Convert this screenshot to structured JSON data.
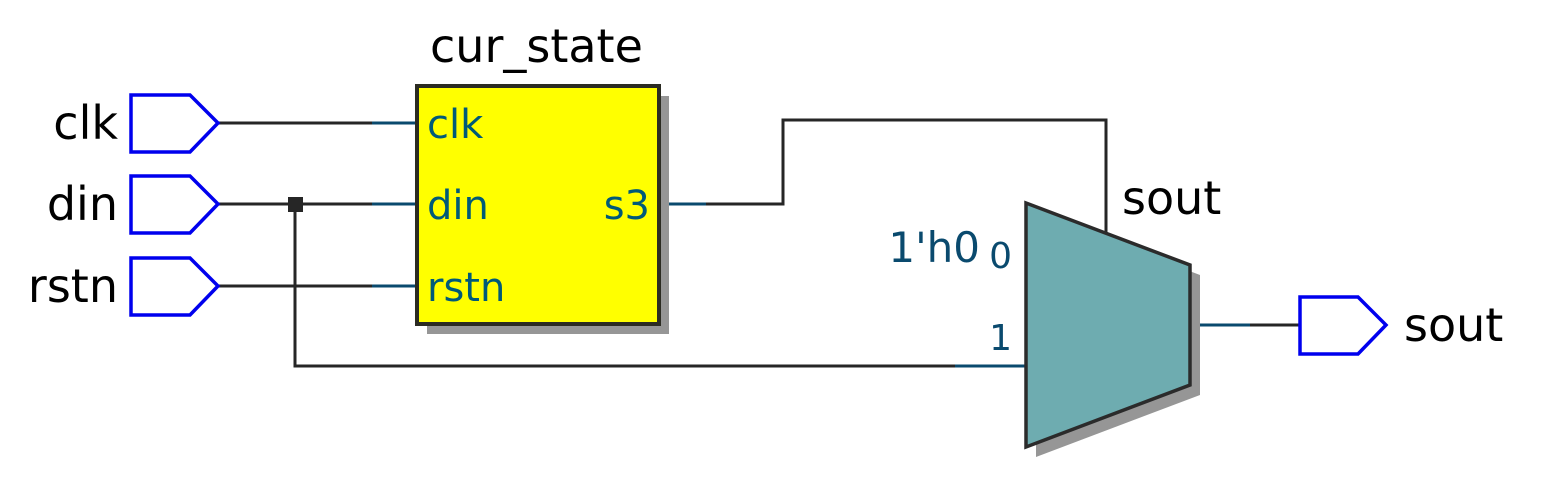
{
  "diagram": {
    "type": "rtl-schematic",
    "title_label": "cur_state",
    "colors": {
      "block_fill": "#ffff00",
      "block_stroke": "#2b2b22",
      "block_shadow": "#969696",
      "mux_fill": "#6eacb0",
      "mux_stroke": "#2b2b2b",
      "wire": "#262626",
      "pin_stub": "#0a4a6e",
      "port_outline": "#0000ee",
      "pin_label": "#005a78",
      "const_label": "#0a4a6e",
      "text": "#000000",
      "background": "#ffffff"
    }
  },
  "input_ports": [
    {
      "name": "clk",
      "label": "clk",
      "shape": "input-port-pentagon"
    },
    {
      "name": "din",
      "label": "din",
      "shape": "input-port-pentagon"
    },
    {
      "name": "rstn",
      "label": "rstn",
      "shape": "input-port-pentagon"
    }
  ],
  "output_ports": [
    {
      "name": "sout",
      "label": "sout",
      "shape": "output-port-pentagon"
    }
  ],
  "blocks": [
    {
      "name": "cur_state",
      "title": "cur_state",
      "kind": "register",
      "input_pins": [
        {
          "label": "clk"
        },
        {
          "label": "din"
        },
        {
          "label": "rstn"
        }
      ],
      "output_pins": [
        {
          "label": "s3"
        }
      ]
    },
    {
      "name": "sout-mux",
      "kind": "mux",
      "output_label": "sout",
      "select_wire_label": "sout",
      "data_inputs": [
        {
          "sel": "0",
          "source_label": "1'h0"
        },
        {
          "sel": "1",
          "source_label": ""
        }
      ]
    }
  ],
  "constants": [
    {
      "label": "1'h0",
      "attached_to": "sout-mux input 0"
    }
  ],
  "wire_labels": [
    {
      "label": "sout",
      "on": "mux-select-net"
    }
  ],
  "nets": [
    {
      "from": "clk port",
      "to": "cur_state.clk"
    },
    {
      "from": "din port",
      "to": "cur_state.din"
    },
    {
      "from": "din port",
      "to": "sout-mux.1"
    },
    {
      "from": "rstn port",
      "to": "cur_state.rstn"
    },
    {
      "from": "cur_state.s3",
      "to": "sout-mux.select"
    },
    {
      "from": "sout-mux.out",
      "to": "sout port"
    }
  ]
}
